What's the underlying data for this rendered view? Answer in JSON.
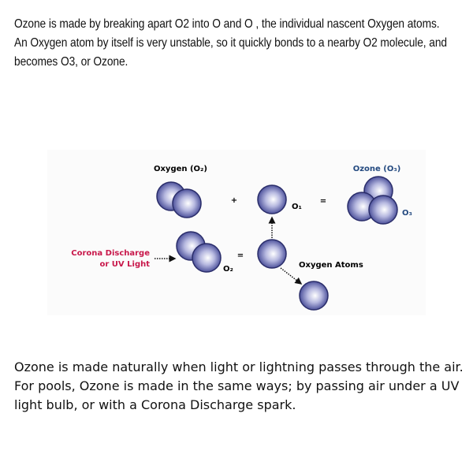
{
  "intro_text": "Ozone is made by breaking apart O2 into O and O , the individual nascent Oxygen atoms. An Oxygen atom by itself is very unstable, so it quickly bonds to a nearby O2 molecule, and becomes O3, or Ozone.",
  "diagram": {
    "oxygen_title": "Oxygen (O₂)",
    "ozone_title": "Ozone (O₃)",
    "plus": "+",
    "equals": "=",
    "o1_label": "O₁",
    "o3_label": "O₃",
    "o2_label": "O₂",
    "corona_line1": "Corona Discharge",
    "corona_line2": "or UV Light",
    "oxygen_atoms_label": "Oxygen Atoms",
    "colors": {
      "atom": "#3a3f8f",
      "ozone_title": "#244a80",
      "corona": "#c8174a"
    }
  },
  "outro_text": "Ozone is made naturally when light or lightning passes through the air. For pools, Ozone is made in the same ways; by passing air under a UV light bulb, or with a Corona Discharge spark."
}
